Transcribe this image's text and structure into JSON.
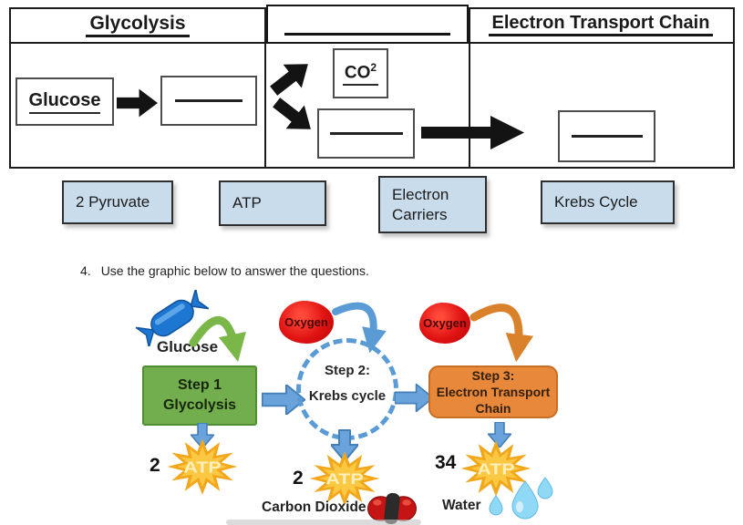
{
  "colors": {
    "table_border": "#1b1b1b",
    "tile_blue": "#c9dcec",
    "green_box": "#73ae4e",
    "orange_box": "#e8883a",
    "blue_arrow": "#5b9bd5",
    "oxygen_red": "#e01212",
    "atp_gold": "#f2a71b",
    "candy_blue": "#1d76d2",
    "water_blue": "#8fd9f7"
  },
  "table": {
    "col1_header": "Glycolysis",
    "col3_header": "Electron Transport Chain",
    "glucose_label": "Glucose",
    "co2_base": "CO",
    "co2_sup": "2"
  },
  "answer_tiles": [
    {
      "label": "2 Pyruvate"
    },
    {
      "label": "ATP"
    },
    {
      "label": "Electron Carriers"
    },
    {
      "label": "Krebs Cycle"
    }
  ],
  "question": {
    "number": "4.",
    "text": "Use the graphic below to answer the questions."
  },
  "graphic": {
    "glucose_label": "Glucose",
    "step1": {
      "line1": "Step 1",
      "line2": "Glycolysis"
    },
    "step2": {
      "line1": "Step 2:",
      "line2": "Krebs cycle"
    },
    "step3": {
      "line1": "Step 3:",
      "line2": "Electron Transport",
      "line3": "Chain"
    },
    "oxygen_label_step2": "Oxygen",
    "oxygen_label_step3": "Oxygen",
    "atp_step1": {
      "count": "2",
      "label": "ATP"
    },
    "atp_step2": {
      "count": "2",
      "label": "ATP"
    },
    "atp_step3": {
      "count": "34",
      "label": "ATP"
    },
    "carbon_dioxide_label": "Carbon Dioxide",
    "water_label": "Water"
  }
}
